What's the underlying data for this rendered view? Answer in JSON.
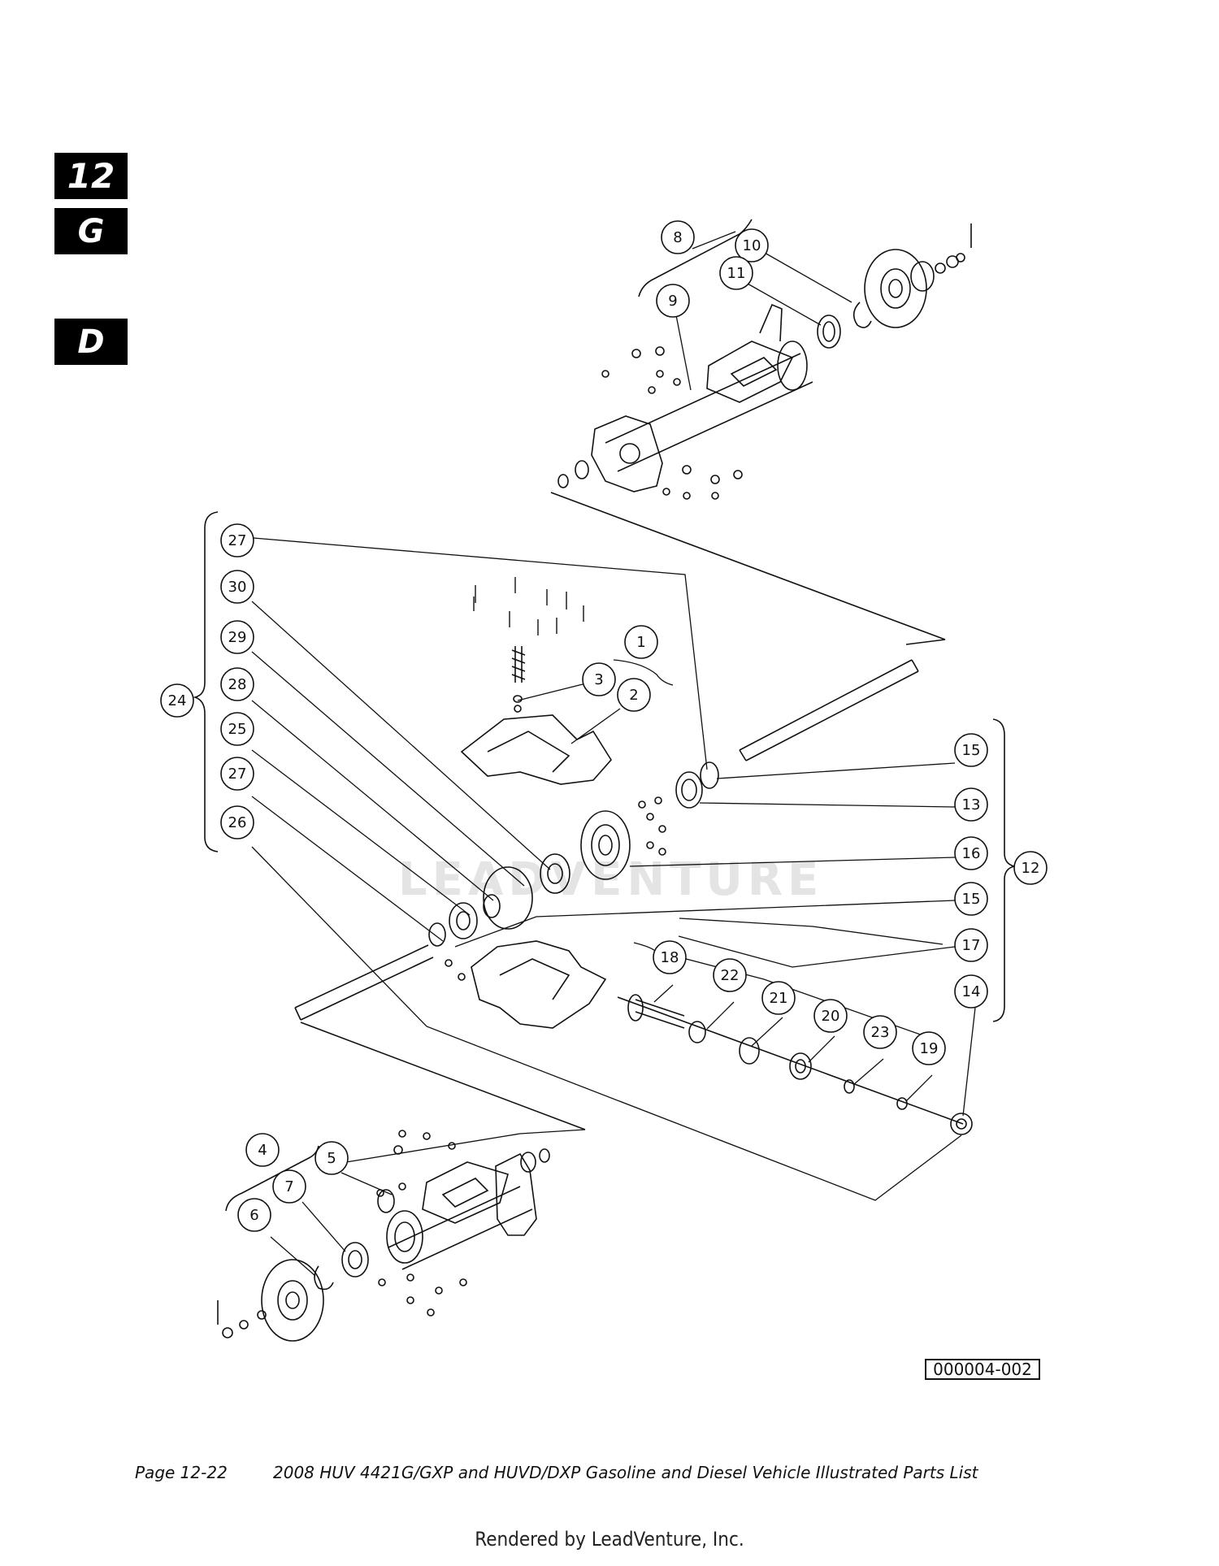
{
  "section_tabs": [
    "12",
    "G",
    "D"
  ],
  "callouts": [
    "1",
    "2",
    "3",
    "4",
    "5",
    "6",
    "7",
    "8",
    "9",
    "10",
    "11",
    "12",
    "13",
    "14",
    "15",
    "15",
    "16",
    "17",
    "18",
    "19",
    "20",
    "21",
    "22",
    "23",
    "24",
    "25",
    "26",
    "27",
    "27",
    "28",
    "29",
    "30"
  ],
  "figure_code": "000004-002",
  "footer": {
    "page": "Page 12-22",
    "title": "2008 HUV 4421G/GXP and HUVD/DXP Gasoline and Diesel Vehicle Illustrated Parts List"
  },
  "rendered_by": "Rendered by LeadVenture, Inc.",
  "watermark": "LEADVENTURE"
}
